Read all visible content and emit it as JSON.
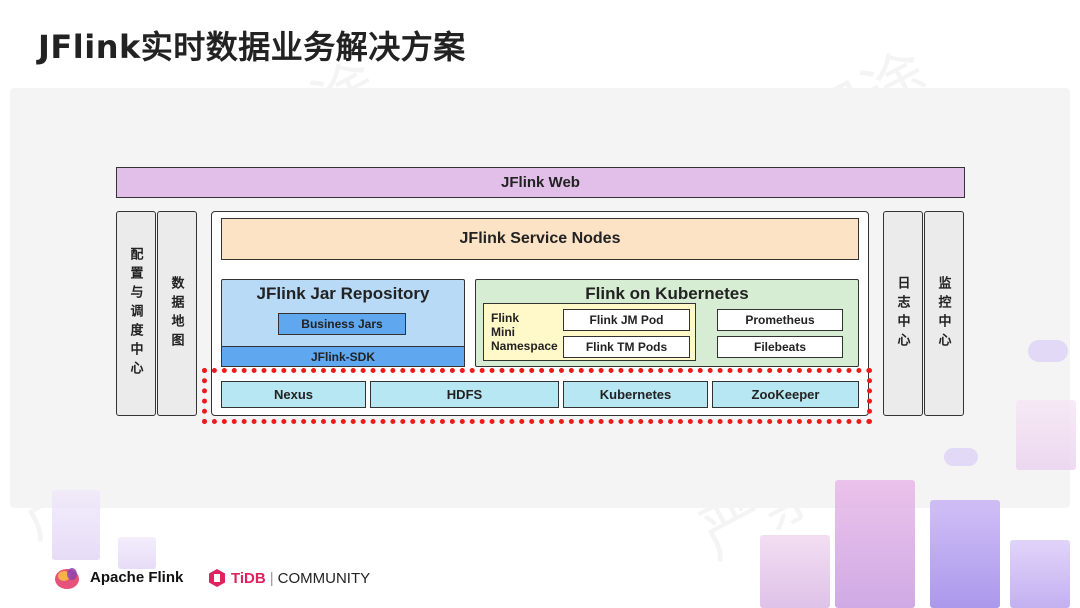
{
  "title": "JFlink实时数据业务解决方案",
  "watermark": "严禁商业用途",
  "diagram": {
    "web": "JFlink Web",
    "left_side": [
      "配置与调度中心",
      "数据地图"
    ],
    "right_side": [
      "日志中心",
      "监控中心"
    ],
    "service_nodes": "JFlink Service Nodes",
    "jar_repo": {
      "title": "JFlink Jar Repository",
      "business_jars": "Business Jars",
      "sdk": "JFlink-SDK"
    },
    "k8s": {
      "title": "Flink on Kubernetes",
      "namespace_lines": [
        "Flink",
        "Mini",
        "Namespace"
      ],
      "jm_pod": "Flink JM Pod",
      "tm_pods": "Flink TM Pods",
      "prometheus": "Prometheus",
      "filebeats": "Filebeats"
    },
    "infra": [
      "Nexus",
      "HDFS",
      "Kubernetes",
      "ZooKeeper"
    ]
  },
  "footer": {
    "flink": "Apache Flink",
    "tidb": "TiDB",
    "community": "COMMUNITY"
  },
  "colors": {
    "web": "#e2bfe9",
    "service": "#fde3c6",
    "jar": "#b9daf6",
    "jar_dark": "#5fa7ef",
    "k8s": "#d6edd3",
    "namespace": "#fff9c9",
    "infra": "#b6e7f2",
    "highlight": "#ee1b1b"
  }
}
